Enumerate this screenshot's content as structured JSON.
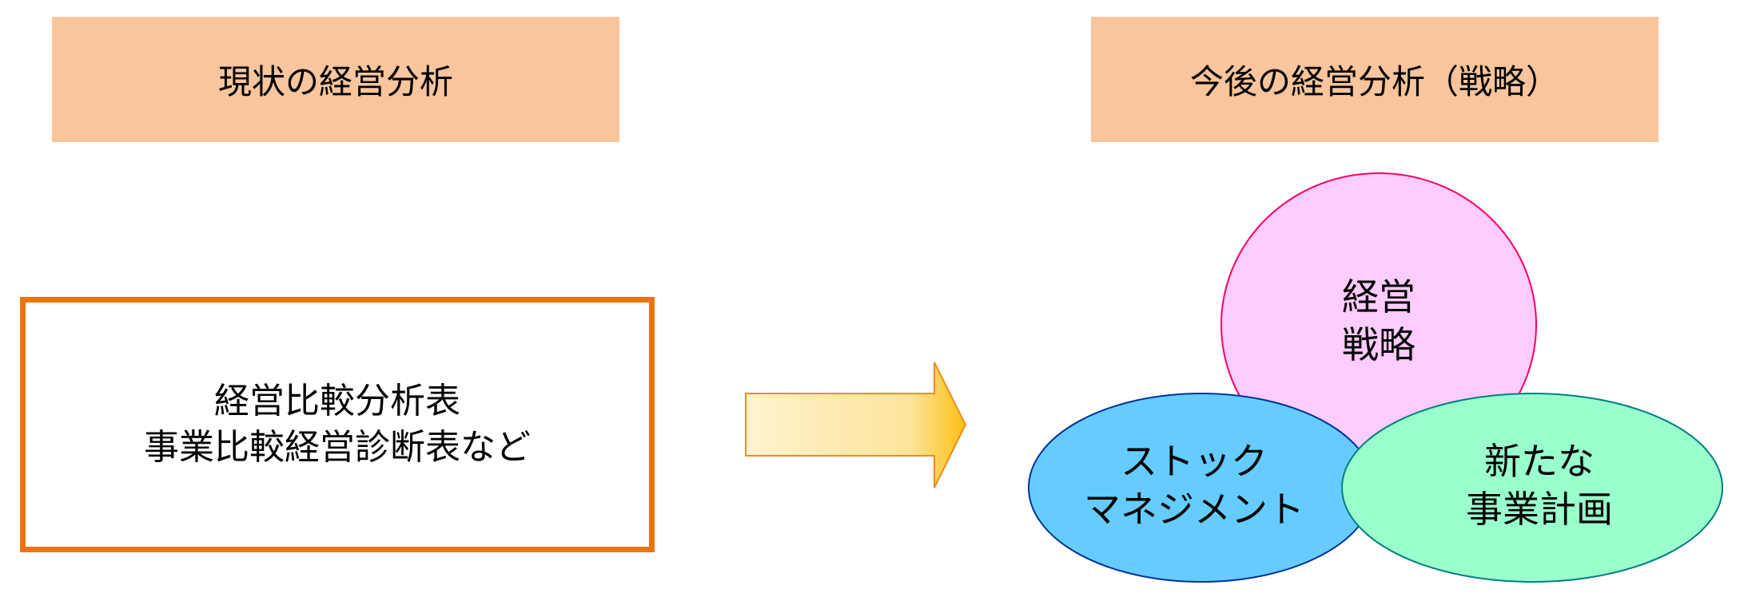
{
  "left": {
    "header": "現状の経営分析",
    "box_lines": [
      "経営比較分析表",
      "事業比較経営診断表など"
    ]
  },
  "right": {
    "header": "今後の経営分析（戦略）",
    "circles": {
      "strategy": {
        "lines": [
          "経営",
          "戦略"
        ],
        "fill": "#ffccff",
        "stroke": "#ff0066"
      },
      "stock": {
        "lines": [
          "ストック",
          "マネジメント"
        ],
        "fill": "#66ccff",
        "stroke": "#003399"
      },
      "plan": {
        "lines": [
          "新たな",
          "事業計画"
        ],
        "fill": "#99ffcc",
        "stroke": "#008080"
      }
    }
  },
  "colors": {
    "header_bg": "#f8c59c",
    "box_border": "#e87511",
    "arrow_stroke": "#f08c1a"
  }
}
